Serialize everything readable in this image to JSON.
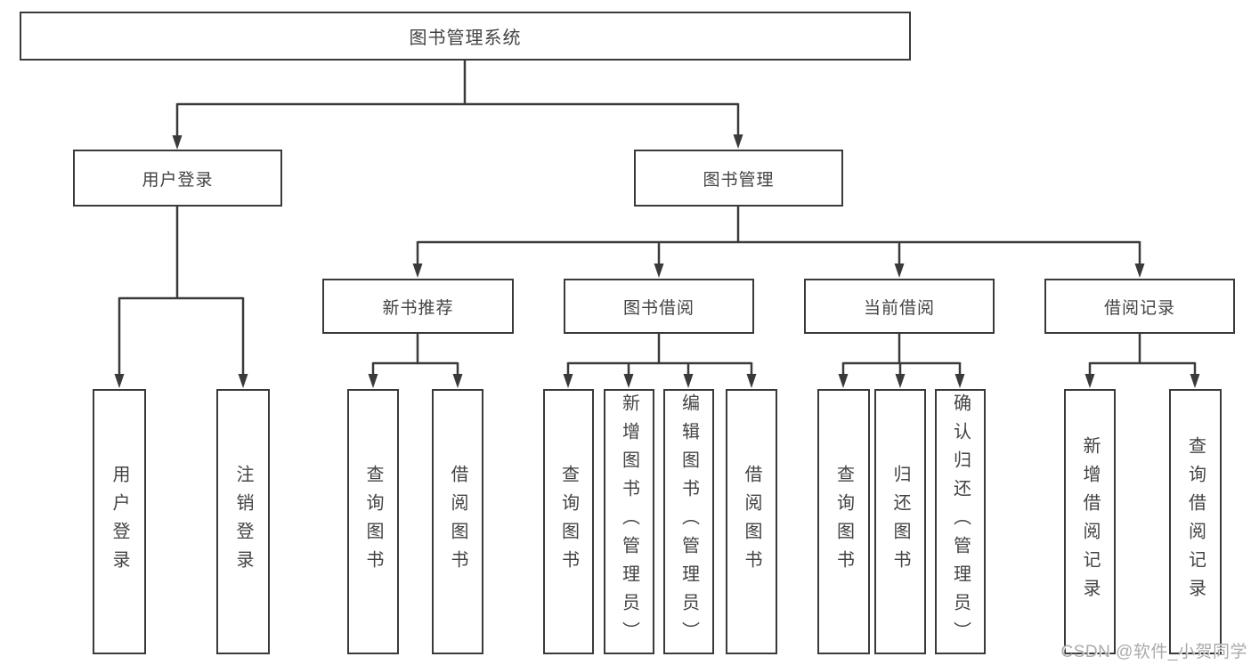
{
  "diagram": {
    "title": "图书管理系统",
    "nodes": {
      "root": "图书管理系统",
      "user_login": "用户登录",
      "book_mgmt": "图书管理",
      "new_book_rec": "新书推荐",
      "book_borrow": "图书借阅",
      "current_borrow": "当前借阅",
      "borrow_record": "借阅记录",
      "leaf_user_login": "用户登录",
      "leaf_logout": "注销登录",
      "leaf_query_book_a": "查询图书",
      "leaf_borrow_book_a": "借阅图书",
      "leaf_query_book_b": "查询图书",
      "leaf_add_book": "新增图书（管理员）",
      "leaf_edit_book": "编辑图书（管理员）",
      "leaf_borrow_book_b": "借阅图书",
      "leaf_query_book_c": "查询图书",
      "leaf_return_book": "归还图书",
      "leaf_confirm_return": "确认归还（管理员）",
      "leaf_add_borrow_record": "新增借阅记录",
      "leaf_query_borrow_record": "查询借阅记录"
    },
    "hierarchy": {
      "图书管理系统": {
        "用户登录": [
          "用户登录",
          "注销登录"
        ],
        "图书管理": {
          "新书推荐": [
            "查询图书",
            "借阅图书"
          ],
          "图书借阅": [
            "查询图书",
            "新增图书（管理员）",
            "编辑图书（管理员）",
            "借阅图书"
          ],
          "当前借阅": [
            "查询图书",
            "归还图书",
            "确认归还（管理员）"
          ],
          "借阅记录": [
            "新增借阅记录",
            "查询借阅记录"
          ]
        }
      }
    },
    "colors": {
      "line": "#3a3a3a",
      "box_border": "#3a3a3a",
      "text": "#434343",
      "background": "#ffffff",
      "watermark": "#ababab"
    }
  },
  "watermark": "CSDN @软件_小贺同学"
}
